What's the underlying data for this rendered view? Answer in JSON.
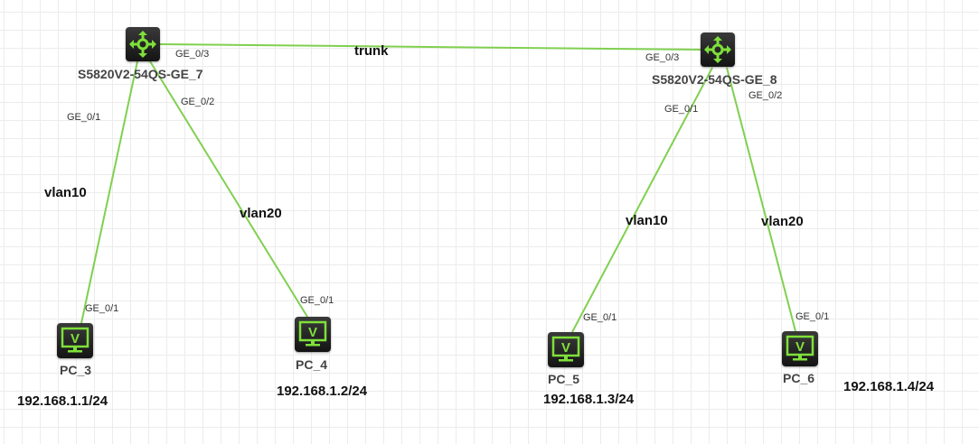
{
  "accent_color": "#80d050",
  "devices": {
    "sw7": {
      "name": "S5820V2-54QS-GE_7",
      "type": "switch"
    },
    "sw8": {
      "name": "S5820V2-54QS-GE_8",
      "type": "switch"
    },
    "pc3": {
      "name": "PC_3",
      "type": "pc",
      "icon_glyph": "V",
      "ip": "192.168.1.1/24"
    },
    "pc4": {
      "name": "PC_4",
      "type": "pc",
      "icon_glyph": "V",
      "ip": "192.168.1.2/24"
    },
    "pc5": {
      "name": "PC_5",
      "type": "pc",
      "icon_glyph": "V",
      "ip": "192.168.1.3/24"
    },
    "pc6": {
      "name": "PC_6",
      "type": "pc",
      "icon_glyph": "V",
      "ip": "192.168.1.4/24"
    }
  },
  "links": [
    {
      "from": "sw7",
      "to": "sw8",
      "label": "trunk",
      "from_port": "GE_0/3",
      "to_port": "GE_0/3"
    },
    {
      "from": "sw7",
      "to": "pc3",
      "label": "vlan10",
      "from_port": "GE_0/1",
      "to_port": "GE_0/1"
    },
    {
      "from": "sw7",
      "to": "pc4",
      "label": "vlan20",
      "from_port": "GE_0/2",
      "to_port": "GE_0/1"
    },
    {
      "from": "sw8",
      "to": "pc5",
      "label": "vlan10",
      "from_port": "GE_0/1",
      "to_port": "GE_0/1"
    },
    {
      "from": "sw8",
      "to": "pc6",
      "label": "vlan20",
      "from_port": "GE_0/2",
      "to_port": "GE_0/1"
    }
  ]
}
